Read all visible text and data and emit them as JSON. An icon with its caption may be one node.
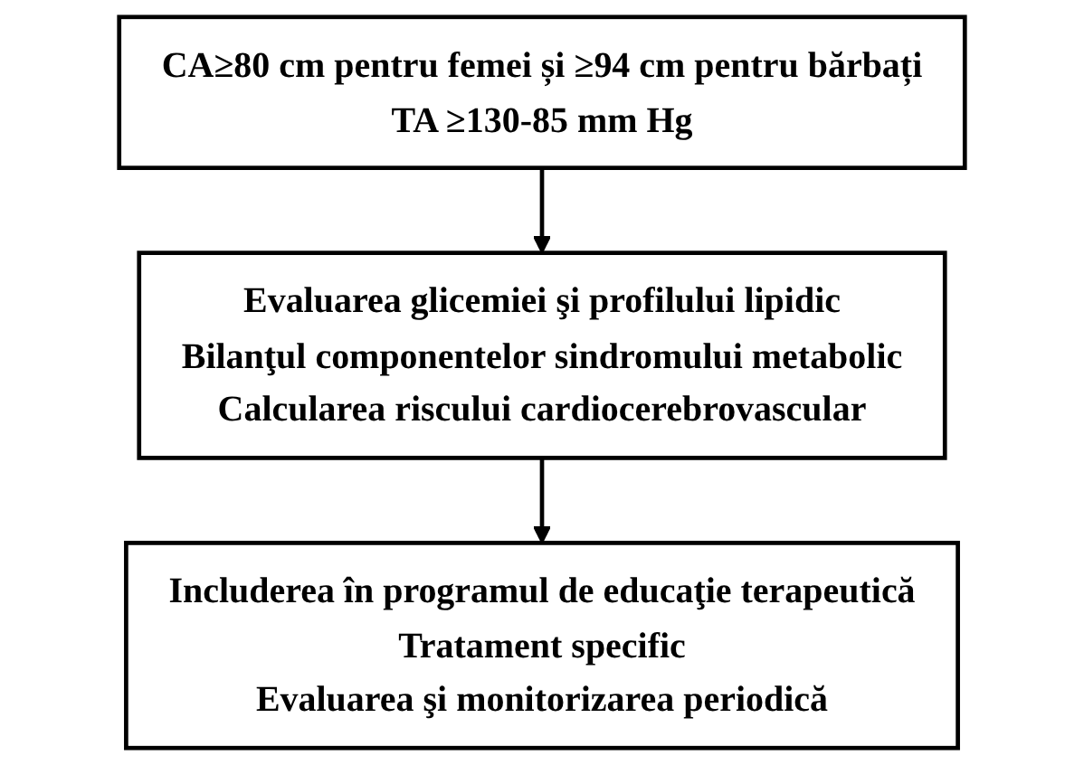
{
  "diagram": {
    "nodes": [
      {
        "text": [
          "CA≥80 cm pentru femei și ≥94 cm pentru bărbați",
          "TA ≥130-85 mm Hg"
        ]
      },
      {
        "text": [
          "Evaluarea glicemiei şi profilului lipidic",
          "Bilanţul componentelor sindromului metabolic",
          "Calcularea riscului cardiocerebrovascular"
        ]
      },
      {
        "text": [
          "Includerea în programul de educaţie terapeutică",
          "Tratament specific",
          "Evaluarea şi monitorizarea periodică"
        ]
      }
    ],
    "edges": [
      {
        "from": 0,
        "to": 1,
        "arrow": "to"
      },
      {
        "from": 1,
        "to": 2,
        "arrow": "to"
      }
    ]
  }
}
